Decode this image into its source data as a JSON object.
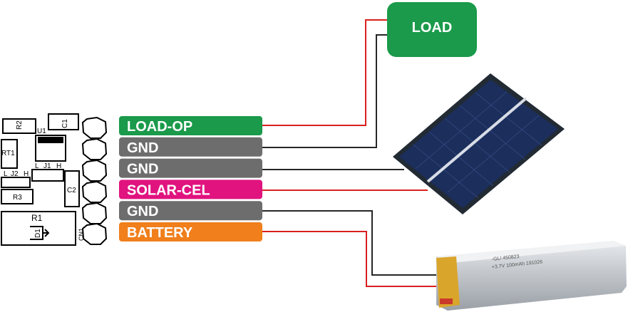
{
  "load_box": {
    "label": "LOAD",
    "color": "#1a9a4a"
  },
  "connector_pins": [
    {
      "label": "LOAD-OP",
      "color": "#1a9a4a"
    },
    {
      "label": "GND",
      "color": "#6d6d6d"
    },
    {
      "label": "GND",
      "color": "#6d6d6d"
    },
    {
      "label": "SOLAR-CEL",
      "color": "#e0137f"
    },
    {
      "label": "GND",
      "color": "#6d6d6d"
    },
    {
      "label": "BATTERY",
      "color": "#f07f1c"
    }
  ],
  "pcb_silkscreen": {
    "r2": "R2",
    "u1": "U1",
    "c1": "C1",
    "rt1": "RT1",
    "j1_l": "L",
    "j1": "J1",
    "j1_h": "H",
    "j2_l": "L",
    "j2": "J2",
    "j2_h": "H",
    "r3": "R3",
    "c2": "C2",
    "r1": "R1",
    "d1": "D1",
    "cn1": "CN1"
  },
  "battery_print": {
    "line1": "-GL/ 450823",
    "line2": "+3.7V 100mAh 191026"
  },
  "wire_colors": {
    "positive": "#d9201f",
    "ground": "#262626"
  }
}
